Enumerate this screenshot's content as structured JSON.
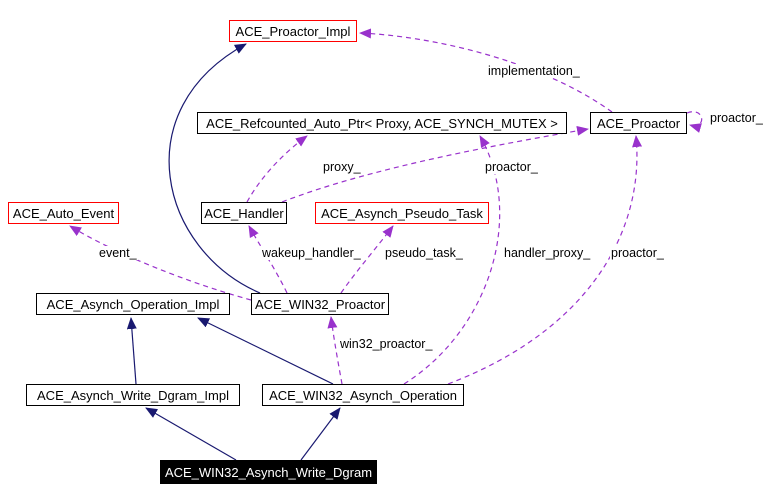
{
  "diagram": {
    "nodes": [
      {
        "id": "proactor-impl",
        "label": "ACE_Proactor_Impl"
      },
      {
        "id": "refcounted",
        "label": "ACE_Refcounted_Auto_Ptr< Proxy, ACE_SYNCH_MUTEX >"
      },
      {
        "id": "proactor",
        "label": "ACE_Proactor"
      },
      {
        "id": "auto-event",
        "label": "ACE_Auto_Event"
      },
      {
        "id": "handler",
        "label": "ACE_Handler"
      },
      {
        "id": "pseudo-task",
        "label": "ACE_Asynch_Pseudo_Task"
      },
      {
        "id": "asynch-op-impl",
        "label": "ACE_Asynch_Operation_Impl"
      },
      {
        "id": "win32-proactor",
        "label": "ACE_WIN32_Proactor"
      },
      {
        "id": "write-dgram-impl",
        "label": "ACE_Asynch_Write_Dgram_Impl"
      },
      {
        "id": "win32-asynch-op",
        "label": "ACE_WIN32_Asynch_Operation"
      },
      {
        "id": "win32-write-dgram",
        "label": "ACE_WIN32_Asynch_Write_Dgram"
      }
    ],
    "edge_labels": [
      {
        "id": "implementation",
        "text": "implementation_"
      },
      {
        "id": "proactor-self",
        "text": "proactor_"
      },
      {
        "id": "proxy",
        "text": "proxy_"
      },
      {
        "id": "proactor-h",
        "text": "proactor_"
      },
      {
        "id": "event",
        "text": "event_"
      },
      {
        "id": "wakeup-handler",
        "text": "wakeup_handler_"
      },
      {
        "id": "pseudo-task",
        "text": "pseudo_task_"
      },
      {
        "id": "handler-proxy",
        "text": "handler_proxy_"
      },
      {
        "id": "proactor-op",
        "text": "proactor_"
      },
      {
        "id": "win32-proactor",
        "text": "win32_proactor_"
      }
    ],
    "colors": {
      "inheritance_edge": "#191970",
      "usage_edge": "#9932cc",
      "highlight_border": "#ff0000",
      "node_border": "#000000",
      "current_node_bg": "#000000",
      "current_node_text": "#ffffff",
      "background": "#ffffff"
    }
  }
}
